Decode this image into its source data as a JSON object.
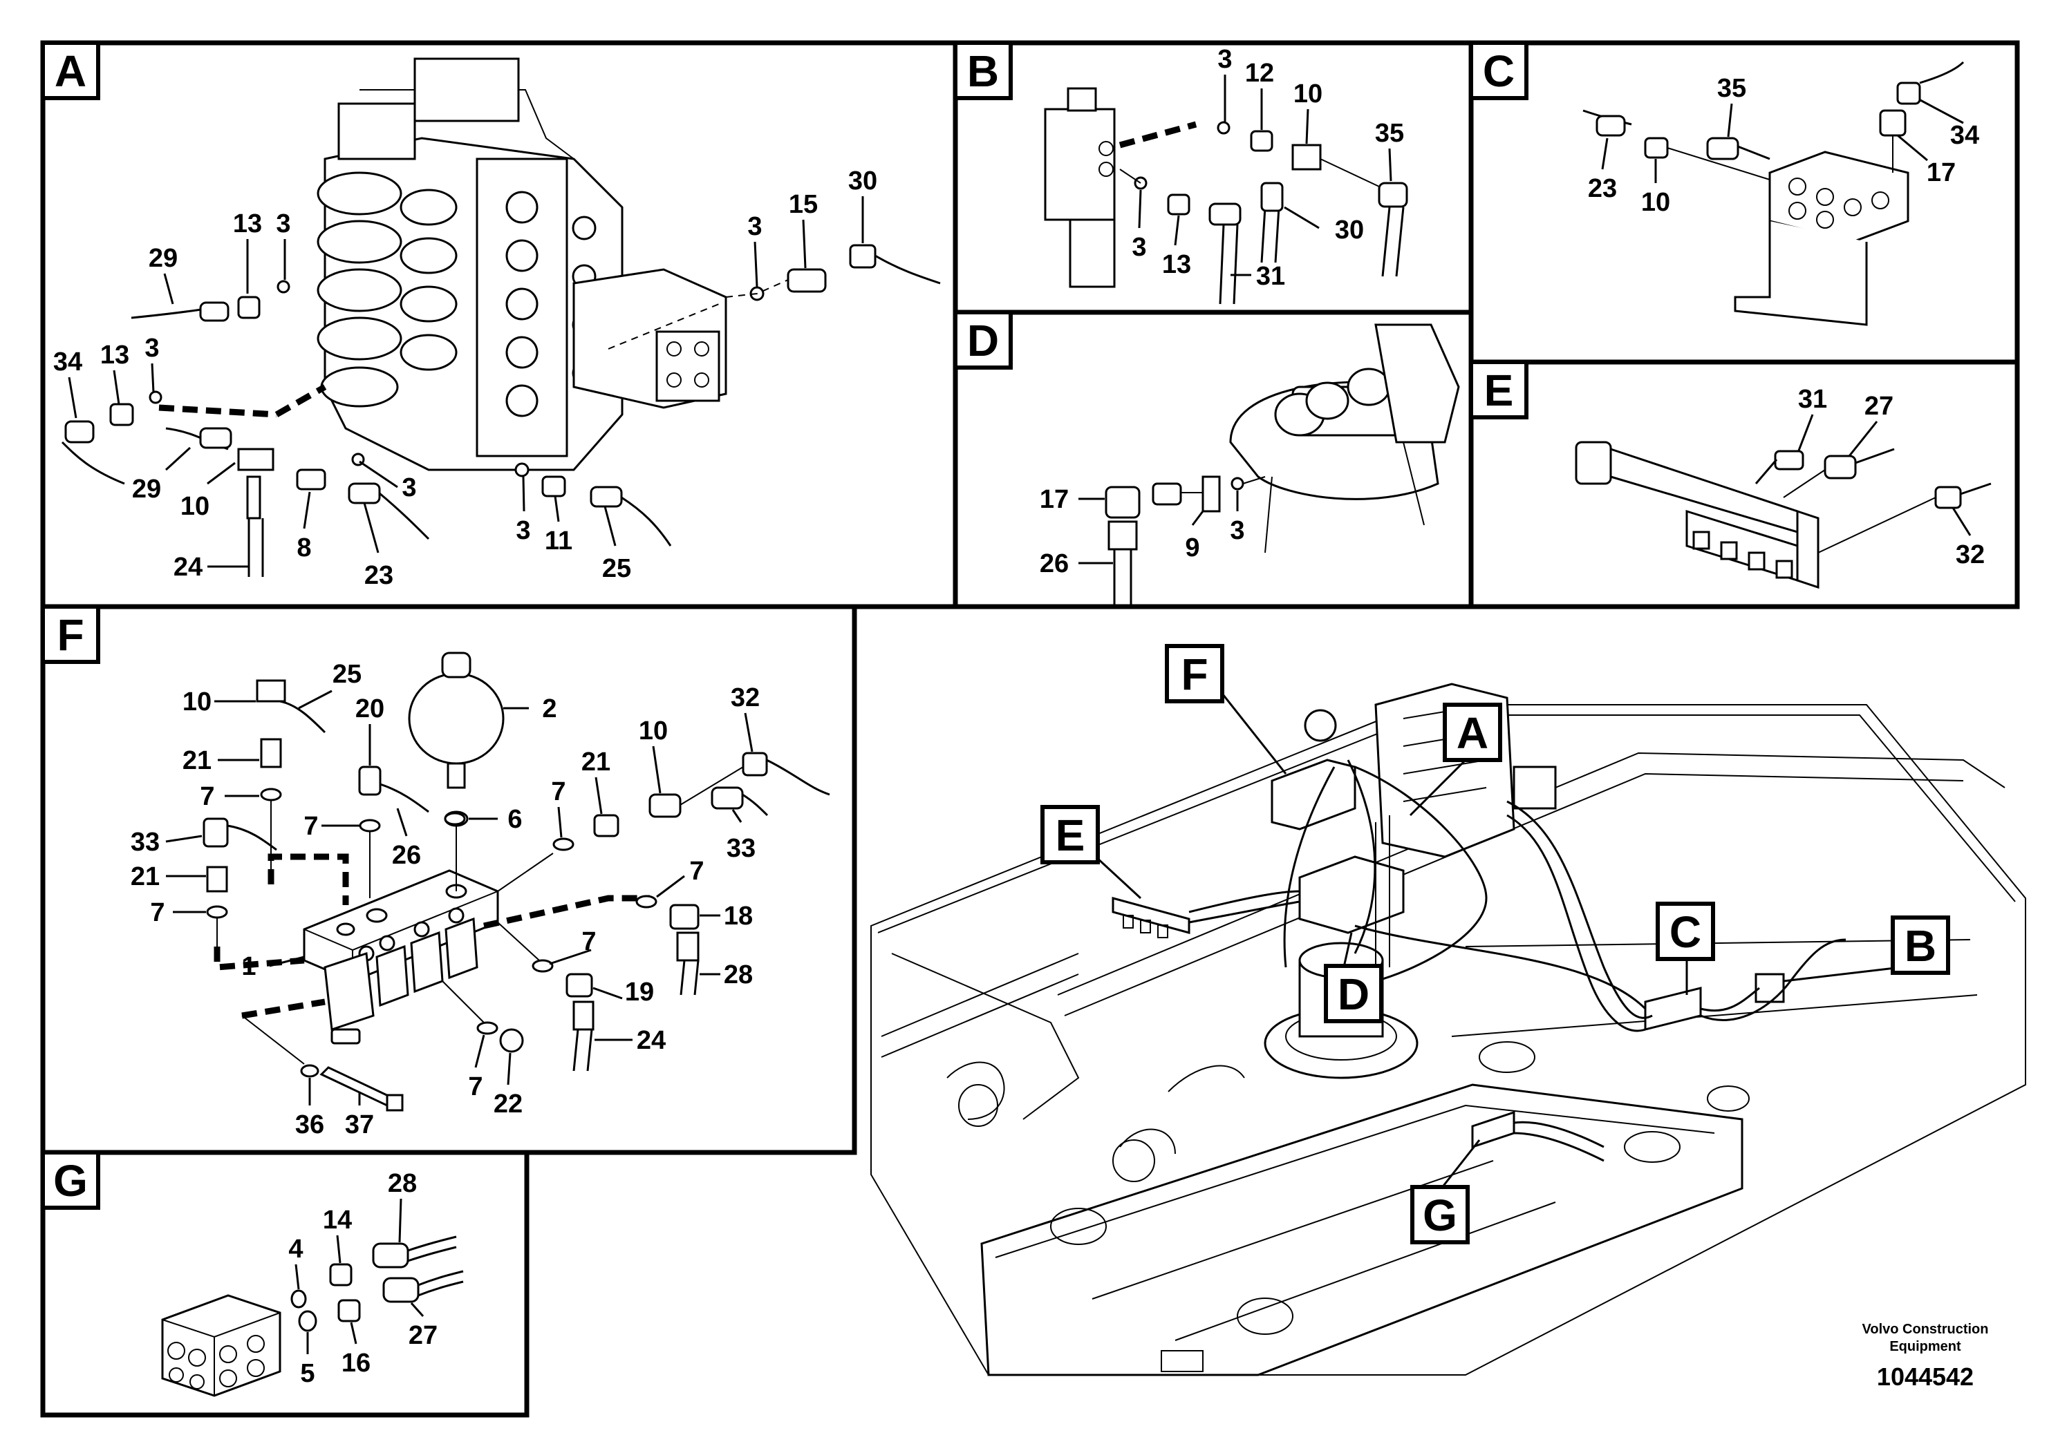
{
  "sections": {
    "A": "A",
    "B": "B",
    "C": "C",
    "D": "D",
    "E": "E",
    "F": "F",
    "G": "G"
  },
  "overview_tags": {
    "A": "A",
    "B": "B",
    "C": "C",
    "D": "D",
    "E": "E",
    "F": "F",
    "G": "G"
  },
  "labels": {
    "a_29a": "29",
    "a_13a": "13",
    "a_3a": "3",
    "a_34": "34",
    "a_13b": "13",
    "a_3b": "3",
    "a_29b": "29",
    "a_10": "10",
    "a_24": "24",
    "a_8": "8",
    "a_23": "23",
    "a_3c": "3",
    "a_3d": "3",
    "a_15": "15",
    "a_30": "30",
    "a_3e": "3",
    "a_11": "11",
    "a_25": "25",
    "b_3a": "3",
    "b_12": "12",
    "b_10": "10",
    "b_35": "35",
    "b_30": "30",
    "b_3b": "3",
    "b_13": "13",
    "b_31": "31",
    "c_35": "35",
    "c_34": "34",
    "c_23": "23",
    "c_10": "10",
    "c_17": "17",
    "d_17": "17",
    "d_26": "26",
    "d_9": "9",
    "d_3": "3",
    "e_31": "31",
    "e_27": "27",
    "e_32": "32",
    "f_10a": "10",
    "f_25": "25",
    "f_2": "2",
    "f_20": "20",
    "f_21a": "21",
    "f_7a": "7",
    "f_7b": "7",
    "f_26": "26",
    "f_6": "6",
    "f_7c": "7",
    "f_21b": "21",
    "f_10b": "10",
    "f_32": "32",
    "f_33a": "33",
    "f_33b": "33",
    "f_21c": "21",
    "f_7d": "7",
    "f_1": "1",
    "f_7e": "7",
    "f_18": "18",
    "f_7f": "7",
    "f_19": "19",
    "f_28": "28",
    "f_24": "24",
    "f_7g": "7",
    "f_22": "22",
    "f_36": "36",
    "f_37": "37",
    "g_28": "28",
    "g_14": "14",
    "g_4": "4",
    "g_27": "27",
    "g_5": "5",
    "g_16": "16"
  },
  "footer": {
    "company_line1": "Volvo Construction",
    "company_line2": "Equipment",
    "drawing_number": "1044542"
  }
}
